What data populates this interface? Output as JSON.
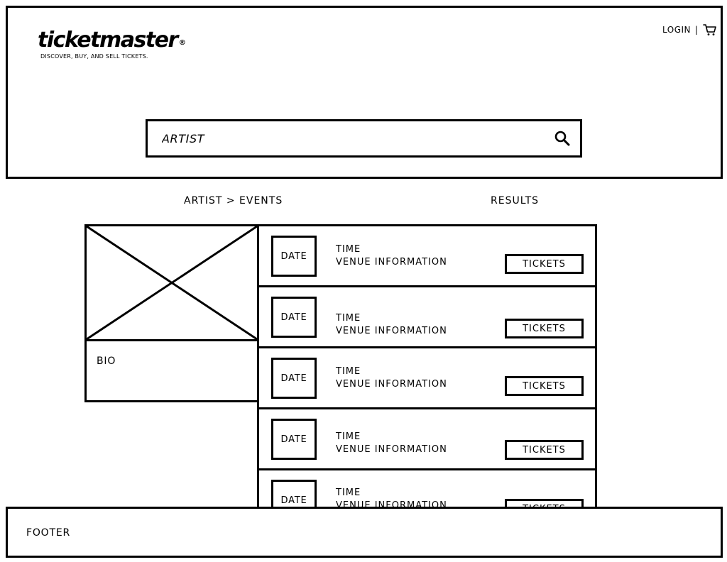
{
  "header": {
    "brand": "ticketmaster",
    "brand_mark": "®",
    "tagline": "DISCOVER, BUY, AND SELL TICKETS.",
    "login_label": "LOGIN",
    "separator": "|",
    "cart_icon": "shopping-cart-icon"
  },
  "search": {
    "placeholder": "ARTIST",
    "icon": "search-icon"
  },
  "breadcrumb": "ARTIST > EVENTS",
  "results_label": "RESULTS",
  "artist": {
    "image_icon": "image-placeholder-icon",
    "bio_label": "BIO"
  },
  "events": [
    {
      "date": "DATE",
      "time": "TIME",
      "venue": "VENUE INFORMATION",
      "button": "TICKETS"
    },
    {
      "date": "DATE",
      "time": "TIME",
      "venue": "VENUE INFORMATION",
      "button": "TICKETS"
    },
    {
      "date": "DATE",
      "time": "TIME",
      "venue": "VENUE INFORMATION",
      "button": "TICKETS"
    },
    {
      "date": "DATE",
      "time": "TIME",
      "venue": "VENUE INFORMATION",
      "button": "TICKETS"
    },
    {
      "date": "DATE",
      "time": "TIME",
      "venue": "VENUE INFORMATION",
      "button": "TICKETS"
    }
  ],
  "footer": {
    "label": "FOOTER"
  }
}
